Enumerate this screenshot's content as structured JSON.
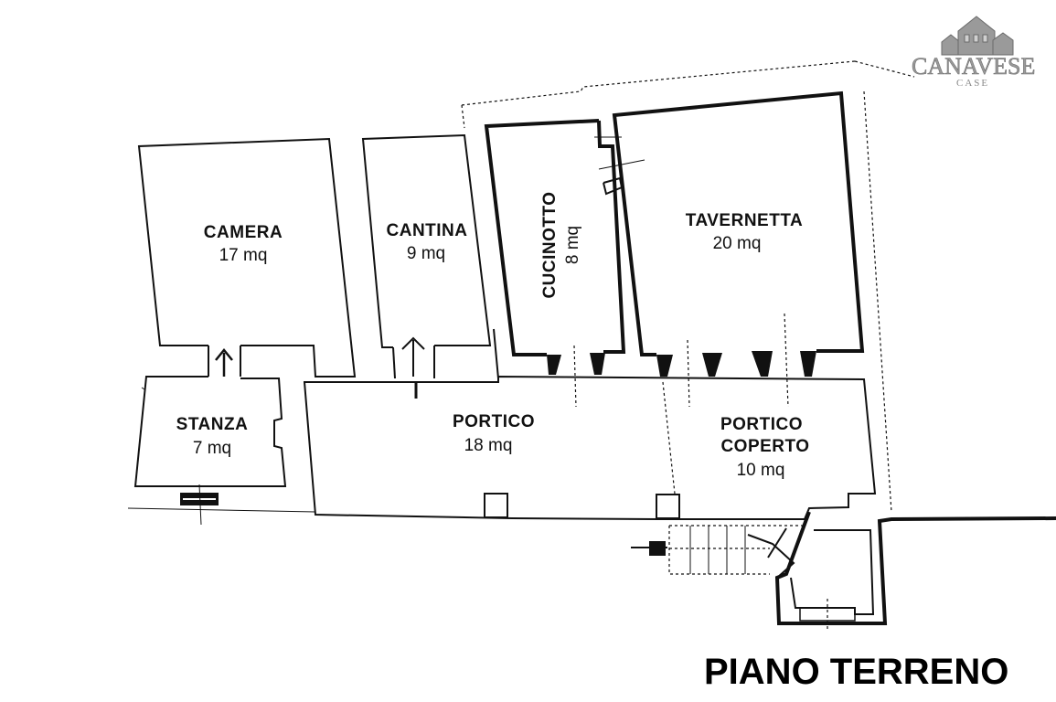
{
  "title": "PIANO TERRENO",
  "logo": {
    "name": "CANAVESE",
    "sub": "CASE",
    "icon": "houses-logo-icon",
    "color": "#8a8a8a"
  },
  "rooms": {
    "camera": {
      "name": "CAMERA",
      "area": "17 mq"
    },
    "cantina": {
      "name": "CANTINA",
      "area": "9 mq"
    },
    "cucinotto": {
      "name": "CUCINOTTO",
      "area": "8 mq"
    },
    "tavernetta": {
      "name": "TAVERNETTA",
      "area": "20 mq"
    },
    "stanza": {
      "name": "STANZA",
      "area": "7 mq"
    },
    "portico": {
      "name": "PORTICO",
      "area": "18 mq"
    },
    "portico_coperto": {
      "name": "PORTICO",
      "name2": "COPERTO",
      "area": "10 mq"
    }
  },
  "colors": {
    "line": "#111111",
    "background": "#ffffff"
  }
}
